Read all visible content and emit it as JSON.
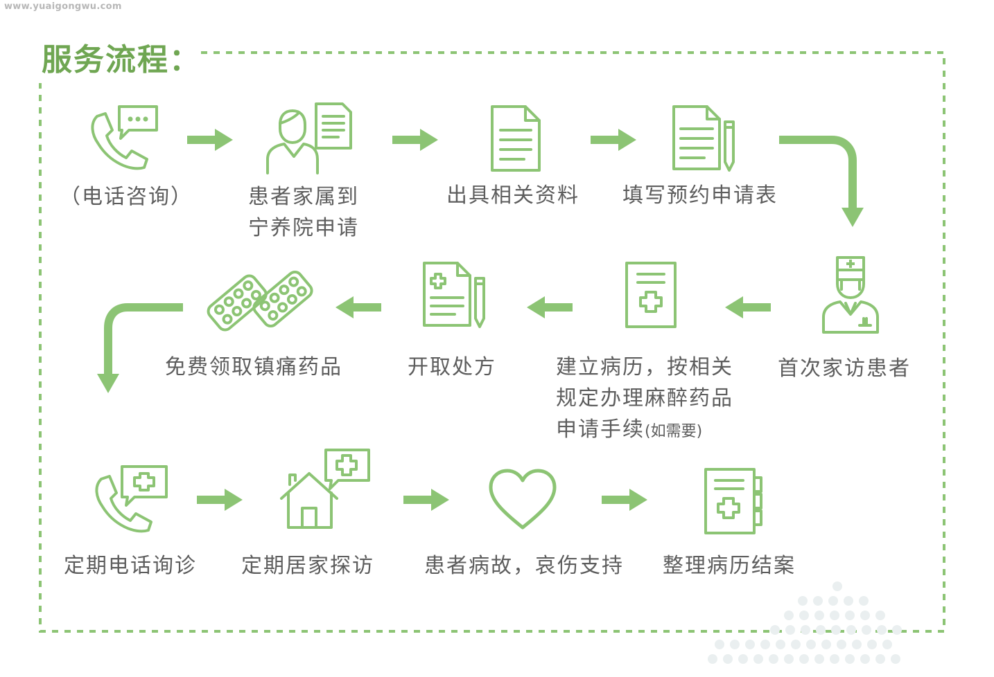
{
  "watermark": "www.yuaigongwu.com",
  "title": "服务流程：",
  "colors": {
    "accent": "#6fa652",
    "icon": "#8cc474",
    "arrow": "#8cc474",
    "text": "#5d5d5d",
    "dots": "#eaeff0"
  },
  "steps": [
    {
      "id": "phone-consult",
      "icon": "phone-chat-icon",
      "lines": [
        "（电话咨询）"
      ]
    },
    {
      "id": "family-apply",
      "icon": "person-document-icon",
      "lines": [
        "患者家属到",
        "宁养院申请"
      ]
    },
    {
      "id": "provide-docs",
      "icon": "document-icon",
      "lines": [
        "出具相关资料"
      ]
    },
    {
      "id": "fill-form",
      "icon": "document-pen-icon",
      "lines": [
        "填写预约申请表"
      ]
    },
    {
      "id": "first-visit",
      "icon": "doctor-icon",
      "lines": [
        "首次家访患者"
      ]
    },
    {
      "id": "medical-record",
      "icon": "medical-record-icon",
      "lines": [
        "建立病历，按相关",
        "规定办理麻醉药品"
      ],
      "line3_main": "申请手续",
      "line3_note": "(如需要)"
    },
    {
      "id": "prescribe",
      "icon": "prescription-icon",
      "lines": [
        "开取处方"
      ]
    },
    {
      "id": "free-medicine",
      "icon": "pill-blister-icon",
      "lines": [
        "免费领取镇痛药品"
      ]
    },
    {
      "id": "phone-followup",
      "icon": "phone-medical-icon",
      "lines": [
        "定期电话询诊"
      ]
    },
    {
      "id": "home-visit",
      "icon": "house-medical-icon",
      "lines": [
        "定期居家探访"
      ]
    },
    {
      "id": "bereavement",
      "icon": "heart-icon",
      "lines": [
        "患者病故，哀伤支持"
      ]
    },
    {
      "id": "archive",
      "icon": "folder-medical-icon",
      "lines": [
        "整理病历结案"
      ]
    }
  ]
}
